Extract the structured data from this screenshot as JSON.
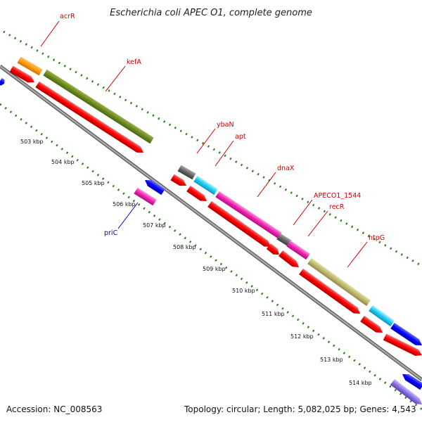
{
  "title": "Escherichia coli APEC O1, complete genome",
  "footer": {
    "accession": "Accession: NC_008563",
    "topology": "Topology: circular; Length: 5,082,025 bp; Genes: 4,543"
  },
  "colors": {
    "background": "#ffffff",
    "backbone": "#888888",
    "gc_dots": "#2a7a1a",
    "label_red": "#cc0000",
    "label_blue": "#0000cc",
    "cds_red": "#ff0000",
    "dark_gray": "#555555"
  },
  "scale_ticks": [
    "503 kbp",
    "504 kbp",
    "505 kbp",
    "506 kbp",
    "507 kbp",
    "508 kbp",
    "509 kbp",
    "510 kbp",
    "511 kbp",
    "512 kbp",
    "513 kbp",
    "514 kbp"
  ],
  "gene_labels": [
    {
      "text": "acrR",
      "color": "red"
    },
    {
      "text": "kefA",
      "color": "red"
    },
    {
      "text": "ybaN",
      "color": "red"
    },
    {
      "text": "apt",
      "color": "red"
    },
    {
      "text": "dnaX",
      "color": "red"
    },
    {
      "text": "APECO1_1544",
      "color": "red"
    },
    {
      "text": "recR",
      "color": "red"
    },
    {
      "text": "htpG",
      "color": "red"
    },
    {
      "text": "priC",
      "color": "blue"
    }
  ]
}
